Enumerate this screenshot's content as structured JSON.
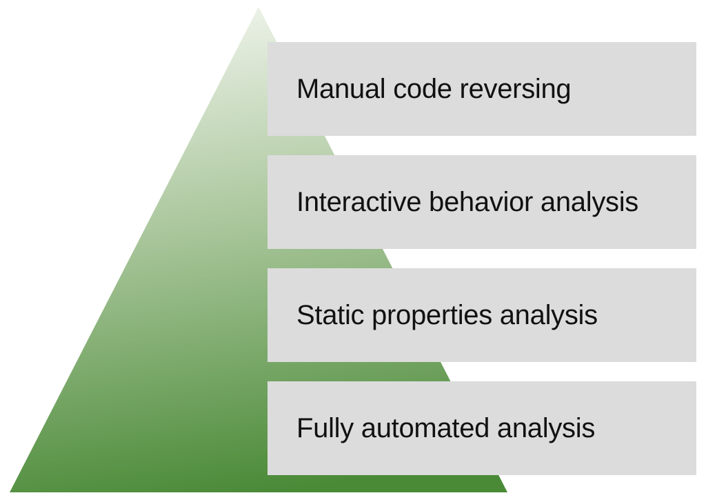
{
  "colors": {
    "pyramid_top": "#eef3ea",
    "pyramid_bottom": "#4a8a37",
    "level_box": "#dcdcdc",
    "text": "#111111"
  },
  "pyramid": {
    "levels": [
      {
        "label": "Manual code reversing"
      },
      {
        "label": "Interactive behavior analysis"
      },
      {
        "label": "Static properties analysis"
      },
      {
        "label": "Fully automated analysis"
      }
    ]
  }
}
